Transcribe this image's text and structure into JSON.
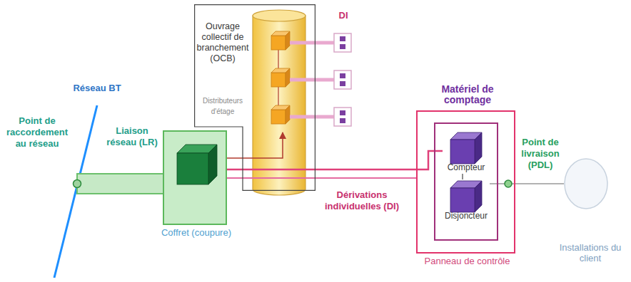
{
  "diagram": {
    "nodes": [
      {
        "text": [
          "Coffret (coupure)"
        ]
      },
      {
        "text": [
          "Ouvrage collectif de branchement (OCB)",
          "Distributeurs d'étage"
        ]
      },
      {
        "text": [
          "Panneau de contrôle"
        ]
      },
      {
        "text": [
          "Matériel de comptage"
        ],
        "in": 2
      },
      {
        "text": [
          "Compteur"
        ],
        "in": 3
      },
      {
        "text": [
          "Disjoncteur"
        ],
        "in": 3
      },
      {
        "text": [
          "Installations du client"
        ]
      }
    ],
    "edges": [
      {
        "from": 0,
        "to": 1,
        "arrow": "none"
      },
      {
        "from": 0,
        "to": 4,
        "arrow": "none"
      },
      {
        "from": 4,
        "to": 5,
        "arrow": "none"
      },
      {
        "from": 5,
        "to": 6,
        "arrow": "none"
      }
    ],
    "labels": [
      "Réseau BT",
      "Point de raccordement au réseau",
      "Liaison réseau (LR)",
      "DI",
      "Dérivations individuelles (DI)",
      "Point de livraison (PDL)"
    ]
  }
}
